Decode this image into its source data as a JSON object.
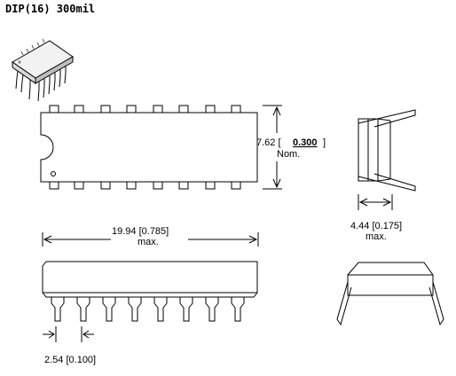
{
  "title": "DIP(16) 300mil",
  "dims": {
    "width_label": "7.62 [",
    "width_bold": "0.300",
    "width_close": "]",
    "width_note": "Nom.",
    "length_label": "19.94 [0.785]",
    "length_note": "max.",
    "height_label": "4.44 [0.175]",
    "height_note": "max.",
    "pitch_label": "2.54 [0.100]"
  }
}
